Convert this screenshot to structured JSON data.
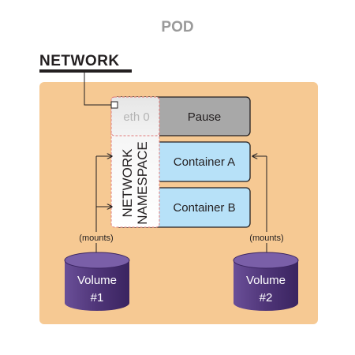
{
  "pod_label": "POD",
  "network_label": "NETWORK",
  "namespace": {
    "interface": "eth 0",
    "line1": "NETWORK",
    "line2": "NAMESPACE"
  },
  "containers": [
    {
      "label": "Pause"
    },
    {
      "label": "Container A"
    },
    {
      "label": "Container B"
    }
  ],
  "mounts_left": "(mounts)",
  "mounts_right": "(mounts)",
  "volumes": [
    {
      "line1": "Volume",
      "line2": "#1"
    },
    {
      "line1": "Volume",
      "line2": "#2"
    }
  ],
  "colors": {
    "pod_background": "#f6c993",
    "pause_fill": "#a8a8a8",
    "container_fill": "#b7e1f8",
    "volume_fill": "#5a3f86",
    "namespace_border": "#e07a7a"
  }
}
